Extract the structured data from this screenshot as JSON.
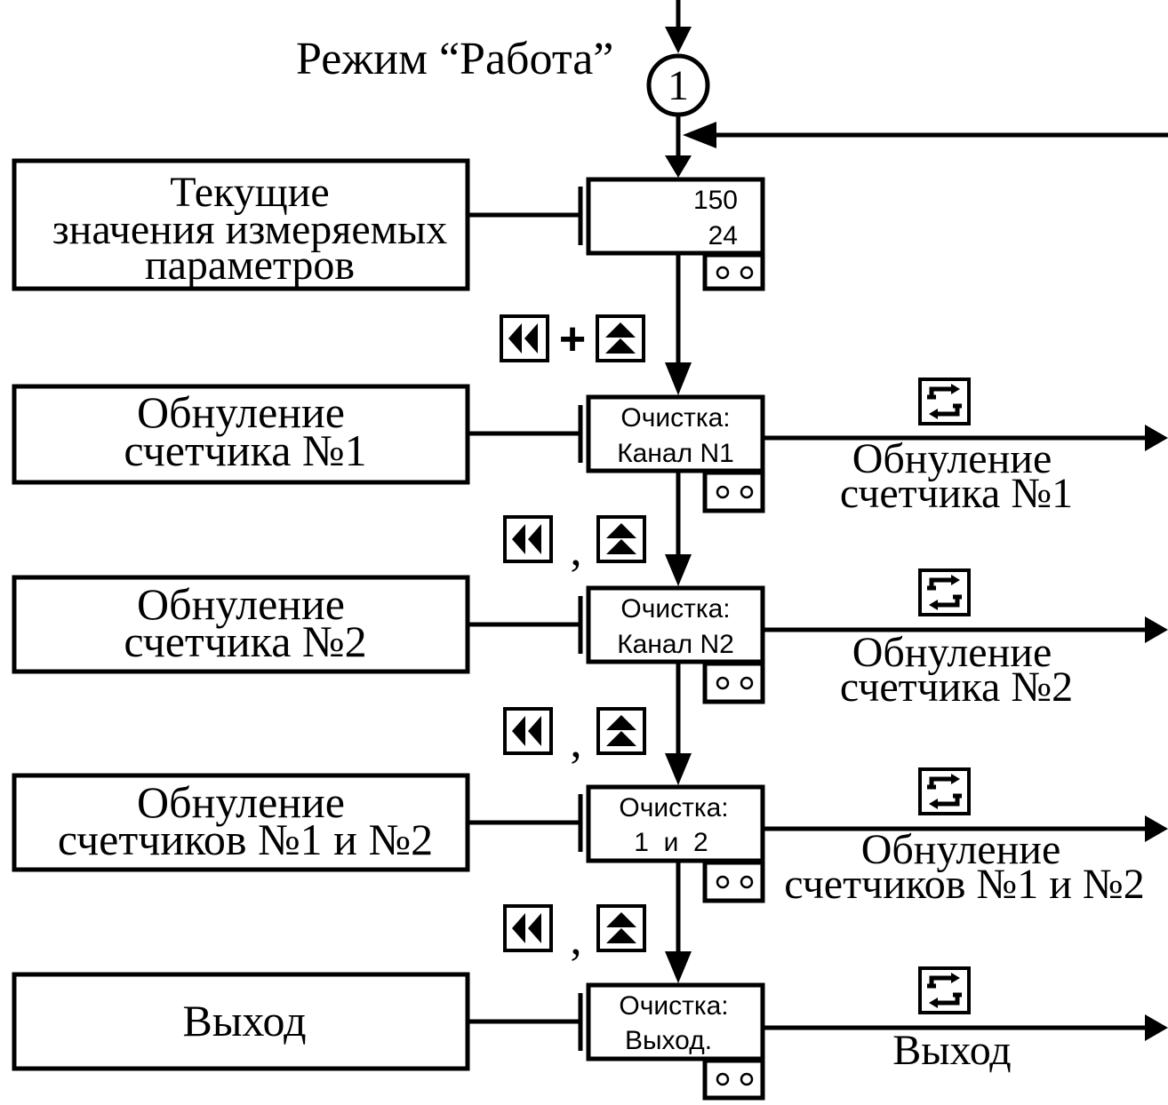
{
  "mode_title": "Режим “Работа”",
  "connector_label": "1",
  "plus_sign": "+",
  "comma_sign": ",",
  "steps": [
    {
      "left_label": [
        "Текущие",
        "значения измеряемых",
        "параметров"
      ],
      "display": [
        "150",
        "24"
      ],
      "right_label": []
    },
    {
      "left_label": [
        "Обнуление",
        "счетчика №1"
      ],
      "display": [
        "Очистка:",
        "Канал N1"
      ],
      "right_label": [
        "Обнуление",
        "счетчика №1"
      ]
    },
    {
      "left_label": [
        "Обнуление",
        "счетчика №2"
      ],
      "display": [
        "Очистка:",
        "Канал N2"
      ],
      "right_label": [
        "Обнуление",
        "счетчика №2"
      ]
    },
    {
      "left_label": [
        "Обнуление",
        "счетчиков №1 и №2"
      ],
      "display": [
        "Очистка:",
        "1  и  2"
      ],
      "right_label": [
        "Обнуление",
        "счетчиков №1 и №2"
      ]
    },
    {
      "left_label": [
        "Выход"
      ],
      "display": [
        "Очистка:",
        "Выход."
      ],
      "right_label": [
        "Выход"
      ]
    }
  ],
  "icons": {
    "back_key": "double-left-arrow-icon",
    "up_key": "double-up-arrow-icon",
    "enter_key": "cycle-arrows-icon",
    "indicator": "two-led-indicator-icon"
  }
}
